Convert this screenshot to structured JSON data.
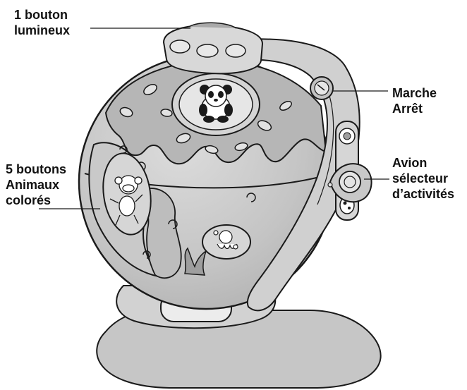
{
  "labels": {
    "light_button": {
      "line1": "1 bouton",
      "line2": "lumineux"
    },
    "power": {
      "line1": "Marche",
      "line2": "Arrêt"
    },
    "plane_selector": {
      "line1": "Avion",
      "line2": "sélecteur",
      "line3": "d’activités"
    },
    "animal_buttons": {
      "line1": "5 boutons",
      "line2": "Animaux",
      "line3": "colorés"
    }
  },
  "colors": {
    "body_gray": "#c8c8c8",
    "light_gray": "#dedede",
    "dark_gray": "#a9a9a9",
    "outline": "#1a1a1a"
  }
}
